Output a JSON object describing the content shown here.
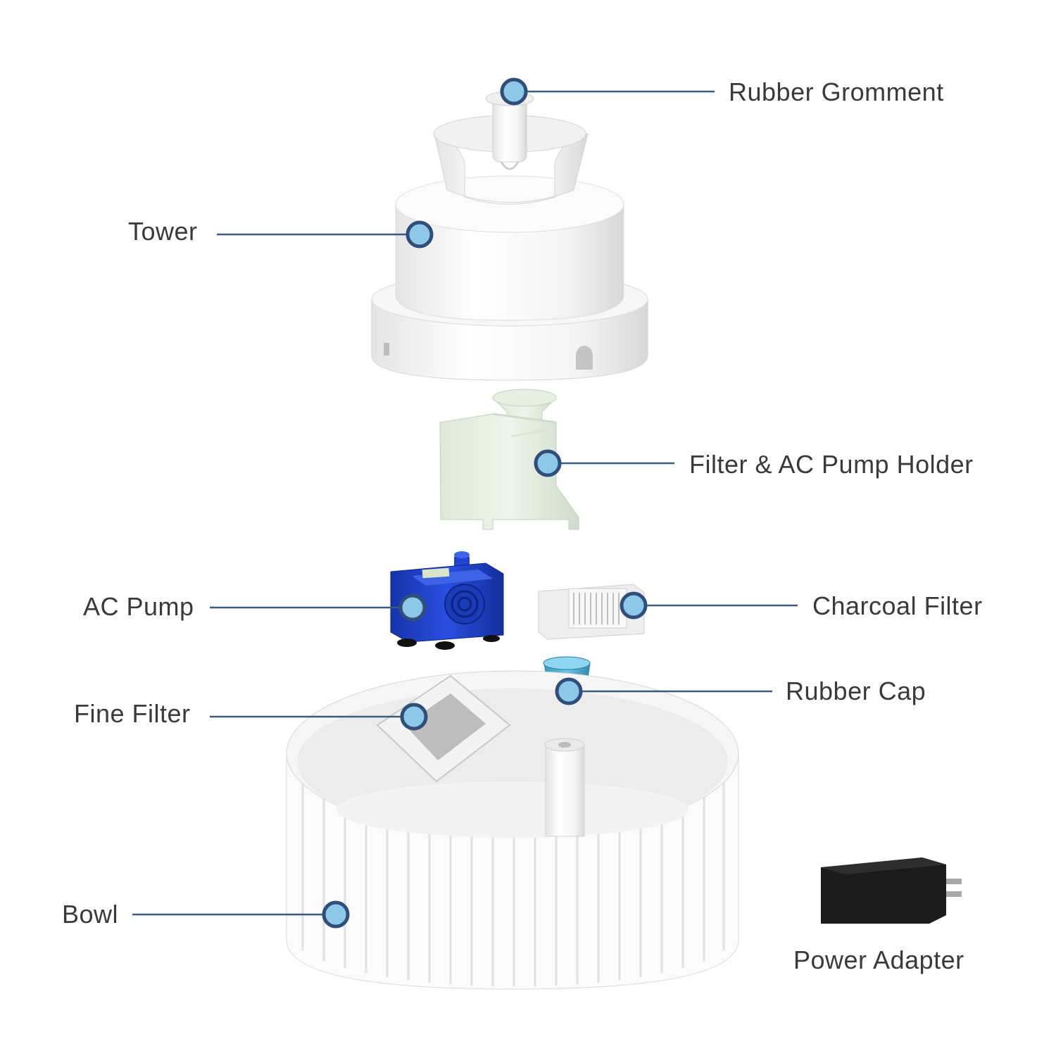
{
  "labels": {
    "rubber_gromment": "Rubber Gromment",
    "tower": "Tower",
    "holder": "Filter & AC Pump Holder",
    "ac_pump": "AC Pump",
    "charcoal_filter": "Charcoal Filter",
    "rubber_cap": "Rubber Cap",
    "fine_filter": "Fine Filter",
    "bowl": "Bowl",
    "power_adapter": "Power Adapter"
  },
  "colors": {
    "callout_line": "#3d5a80",
    "callout_dot_fill": "#8ec8e8",
    "callout_dot_ring": "#2f4f7a",
    "pump_blue": "#1f3fc4",
    "cap_blue": "#4aa9cf",
    "holder_green": "#e6f0e2",
    "adapter_black": "#1a1a1a"
  }
}
